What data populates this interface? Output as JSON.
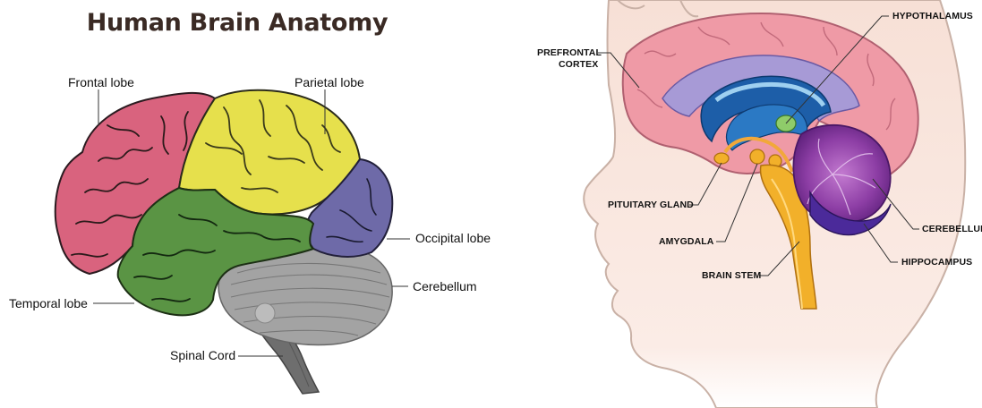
{
  "title": "Human Brain Anatomy",
  "left_labels": {
    "frontal": "Frontal lobe",
    "parietal": "Parietal lobe",
    "occipital": "Occipital lobe",
    "cerebellum": "Cerebellum",
    "temporal": "Temporal lobe",
    "spinal": "Spinal Cord"
  },
  "right_labels": {
    "hypothalamus": "HYPOTHALAMUS",
    "prefrontal_1": "PREFRONTAL",
    "prefrontal_2": "CORTEX",
    "pituitary": "PITUITARY GLAND",
    "amygdala": "AMYGDALA",
    "brain_stem": "BRAIN STEM",
    "cerebellum": "CEREBELLUM",
    "hippocampus": "HIPPOCAMPUS"
  },
  "colors": {
    "frontal": "#d9637e",
    "parietal": "#e6e04c",
    "occipital": "#6e6aa8",
    "temporal": "#5a9444",
    "cerebellum_left": "#9a9a9a",
    "head_skin": "#f7e2d8",
    "cortex_pink": "#ef9aa6",
    "cerebellum_purple": "#8b3ca0",
    "stem_yellow": "#f2b02a",
    "ventricle_blue": "#1d5ea8"
  }
}
